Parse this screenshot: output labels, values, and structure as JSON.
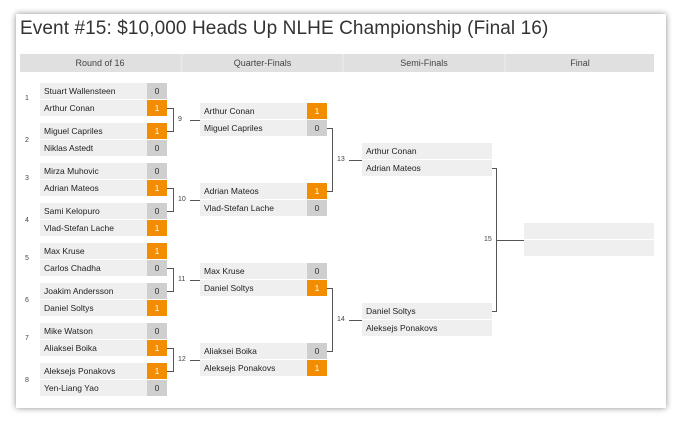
{
  "title": "Event #15: $10,000 Heads Up NLHE Championship (Final 16)",
  "columns": [
    "Round of 16",
    "Quarter-Finals",
    "Semi-Finals",
    "Final"
  ],
  "round16": [
    {
      "seed": "1",
      "players": [
        {
          "name": "Stuart Wallensteen",
          "score": "0",
          "win": false
        },
        {
          "name": "Arthur Conan",
          "score": "1",
          "win": true
        }
      ]
    },
    {
      "seed": "2",
      "players": [
        {
          "name": "Miguel Capriles",
          "score": "1",
          "win": true
        },
        {
          "name": "Niklas Astedt",
          "score": "0",
          "win": false
        }
      ]
    },
    {
      "seed": "3",
      "players": [
        {
          "name": "Mirza Muhovic",
          "score": "0",
          "win": false
        },
        {
          "name": "Adrian Mateos",
          "score": "1",
          "win": true
        }
      ]
    },
    {
      "seed": "4",
      "players": [
        {
          "name": "Sami Kelopuro",
          "score": "0",
          "win": false
        },
        {
          "name": "Vlad-Stefan Lache",
          "score": "1",
          "win": true
        }
      ]
    },
    {
      "seed": "5",
      "players": [
        {
          "name": "Max Kruse",
          "score": "1",
          "win": true
        },
        {
          "name": "Carlos Chadha",
          "score": "0",
          "win": false
        }
      ]
    },
    {
      "seed": "6",
      "players": [
        {
          "name": "Joakim Andersson",
          "score": "0",
          "win": false
        },
        {
          "name": "Daniel Soltys",
          "score": "1",
          "win": true
        }
      ]
    },
    {
      "seed": "7",
      "players": [
        {
          "name": "Mike Watson",
          "score": "0",
          "win": false
        },
        {
          "name": "Aliaksei Boika",
          "score": "1",
          "win": true
        }
      ]
    },
    {
      "seed": "8",
      "players": [
        {
          "name": "Aleksejs Ponakovs",
          "score": "1",
          "win": true
        },
        {
          "name": "Yen-Liang Yao",
          "score": "0",
          "win": false
        }
      ]
    }
  ],
  "quarters": [
    {
      "num": "9",
      "players": [
        {
          "name": "Arthur Conan",
          "score": "1",
          "win": true
        },
        {
          "name": "Miguel Capriles",
          "score": "0",
          "win": false
        }
      ]
    },
    {
      "num": "10",
      "players": [
        {
          "name": "Adrian Mateos",
          "score": "1",
          "win": true
        },
        {
          "name": "Vlad-Stefan Lache",
          "score": "0",
          "win": false
        }
      ]
    },
    {
      "num": "11",
      "players": [
        {
          "name": "Max Kruse",
          "score": "0",
          "win": false
        },
        {
          "name": "Daniel Soltys",
          "score": "1",
          "win": true
        }
      ]
    },
    {
      "num": "12",
      "players": [
        {
          "name": "Aliaksei Boika",
          "score": "0",
          "win": false
        },
        {
          "name": "Aleksejs Ponakovs",
          "score": "1",
          "win": true
        }
      ]
    }
  ],
  "semis": [
    {
      "num": "13",
      "players": [
        {
          "name": "Arthur Conan",
          "score": "",
          "win": false
        },
        {
          "name": "Adrian Mateos",
          "score": "",
          "win": false
        }
      ]
    },
    {
      "num": "14",
      "players": [
        {
          "name": "Daniel Soltys",
          "score": "",
          "win": false
        },
        {
          "name": "Aleksejs Ponakovs",
          "score": "",
          "win": false
        }
      ]
    }
  ],
  "final": {
    "num": "15",
    "players": [
      {
        "name": "",
        "score": "",
        "win": false
      },
      {
        "name": "",
        "score": "",
        "win": false
      }
    ]
  },
  "colors": {
    "win": "#f28c00",
    "score": "#cfcfcf",
    "slot": "#efefef"
  }
}
